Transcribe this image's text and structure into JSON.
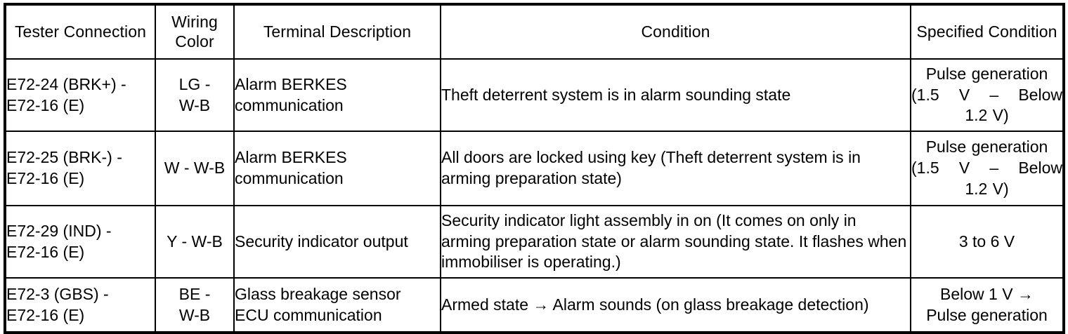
{
  "table": {
    "headers": [
      "Tester\nConnection",
      "Wiring\nColor",
      "Terminal Description",
      "Condition",
      "Specified\nCondition"
    ],
    "rows": [
      {
        "tester_connection": "E72-24 (BRK+) -\nE72-16 (E)",
        "wiring_color": "LG -\nW-B",
        "terminal_description": "Alarm BERKES\ncommunication",
        "condition": "Theft deterrent system is in alarm sounding state",
        "specified_condition": "Pulse generation\n(1.5 V  –  Below\n1.2 V)",
        "specified_condition_line1": "Pulse generation",
        "specified_condition_line2": "(1.5 V  –  Below",
        "specified_condition_line3": "1.2 V)"
      },
      {
        "tester_connection": "E72-25 (BRK-) -\nE72-16 (E)",
        "wiring_color": "W - W-B",
        "terminal_description": "Alarm BERKES\ncommunication",
        "condition": "All doors are locked using key (Theft deterrent system is in arming preparation state)",
        "specified_condition": "Pulse generation\n(1.5 V  –  Below\n1.2 V)",
        "specified_condition_line1": "Pulse generation",
        "specified_condition_line2": "(1.5 V  –  Below",
        "specified_condition_line3": "1.2 V)"
      },
      {
        "tester_connection": "E72-29 (IND) -\nE72-16 (E)",
        "wiring_color": "Y - W-B",
        "terminal_description": "Security indicator output",
        "condition": "Security indicator light assembly in on (It comes on only in arming preparation state or alarm sounding state. It flashes when immobiliser is operating.)",
        "specified_condition": "3 to 6 V"
      },
      {
        "tester_connection": "E72-3 (GBS) -\nE72-16 (E)",
        "wiring_color": "BE -\nW-B",
        "terminal_description": "Glass breakage sensor\nECU communication",
        "condition": "Armed state → Alarm sounds (on glass breakage detection)",
        "specified_condition": "Below 1 V →\nPulse generation"
      }
    ]
  },
  "colors": {
    "border": "#000000",
    "text": "#000000",
    "background": "#ffffff"
  }
}
